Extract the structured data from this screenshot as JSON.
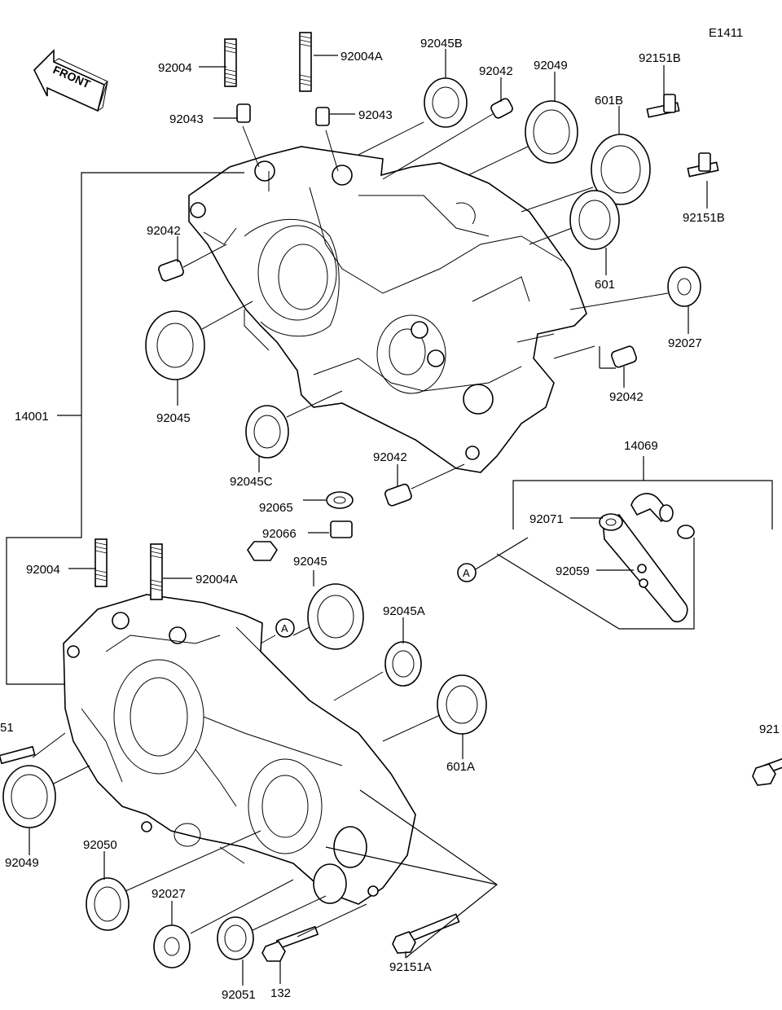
{
  "diagram": {
    "code": "E1411",
    "front_label": "FRONT",
    "ref_marker": "A",
    "labels": {
      "l92004_top": "92004",
      "l92004A_top": "92004A",
      "l92045B": "92045B",
      "l92042_topright": "92042",
      "l92049_top": "92049",
      "l92151B_top": "92151B",
      "l92043_left": "92043",
      "l92043_right": "92043",
      "l601B": "601B",
      "l92151B_right": "92151B",
      "l92042_left": "92042",
      "l601": "601",
      "l92027_right": "92027",
      "l92045_left": "92045",
      "l92042_mid": "92042",
      "l14001": "14001",
      "l92045C": "92045C",
      "l92042_center": "92042",
      "l14069": "14069",
      "l92065": "92065",
      "l92071": "92071",
      "l92066": "92066",
      "l92004_low": "92004",
      "l92045_low": "92045",
      "l92004A_low": "92004A",
      "l92059": "92059",
      "l92045A": "92045A",
      "l51_partial": "51",
      "l921_partial": "921",
      "l601A": "601A",
      "l92049_low": "92049",
      "l92050": "92050",
      "l92027_low": "92027",
      "l92051": "92051",
      "l132": "132",
      "l92151A": "92151A"
    }
  }
}
